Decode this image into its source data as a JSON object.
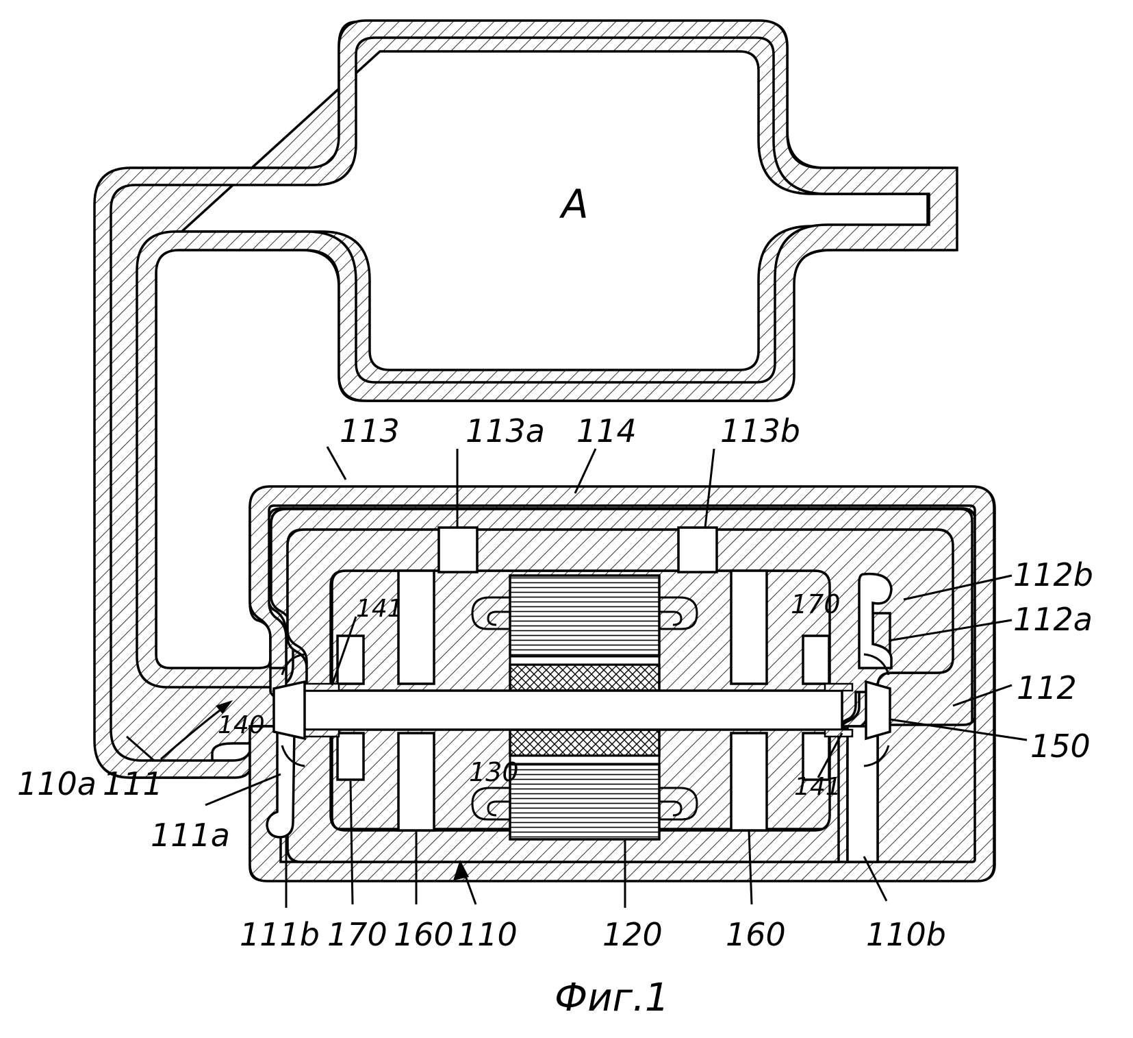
{
  "figure": {
    "caption": "Фиг.1",
    "chamber_label": "A",
    "labels": {
      "l113": "113",
      "l113a": "113a",
      "l114": "114",
      "l113b": "113b",
      "l112b": "112b",
      "l112a": "112a",
      "l112": "112",
      "l150": "150",
      "l141_left": "141",
      "l141_right": "141",
      "l170_top": "170",
      "l140": "140",
      "l130": "130",
      "l110a": "110a",
      "l111": "111",
      "l111a": "111a",
      "l111b": "111b",
      "l170_bottom": "170",
      "l160_left": "160",
      "l110": "110",
      "l120": "120",
      "l160_right": "160",
      "l110b": "110b"
    }
  }
}
